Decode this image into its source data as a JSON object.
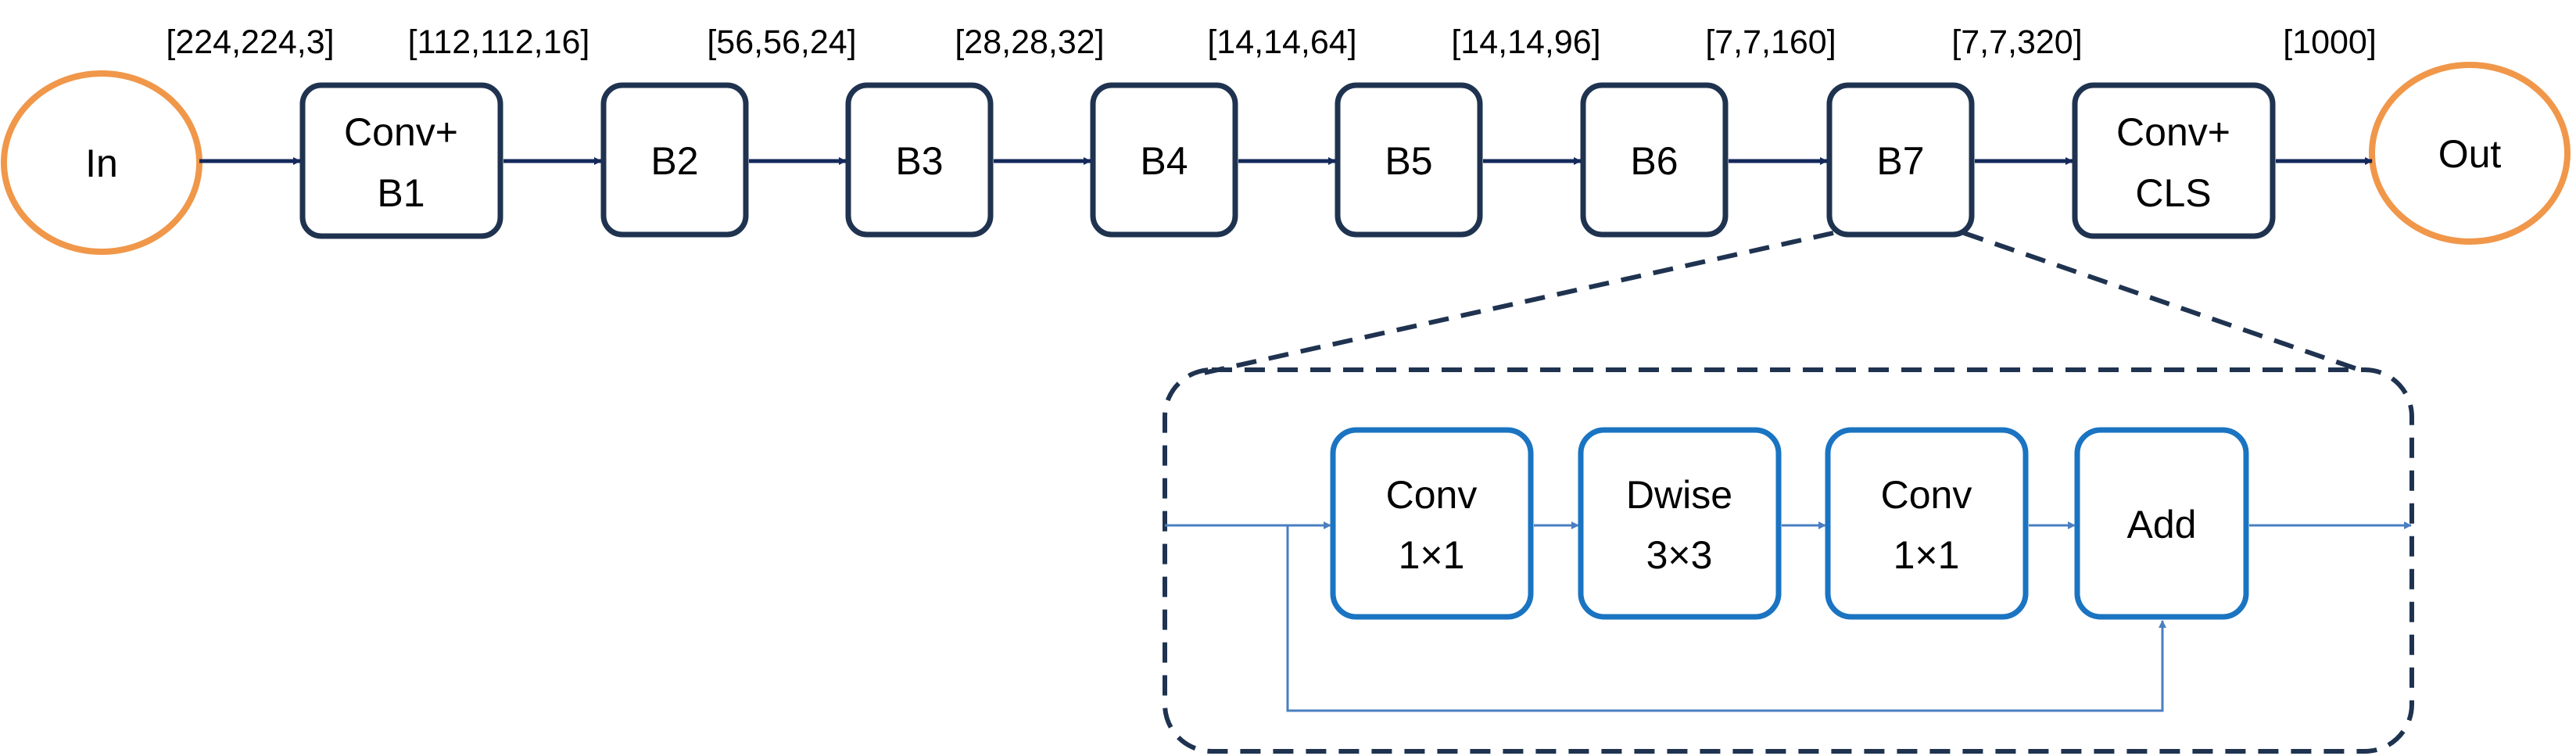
{
  "colors": {
    "terminal_stroke": "#f0974a",
    "block_stroke": "#1f3350",
    "main_arrow": "#14285a",
    "inner_block_stroke": "#1a74c2",
    "inner_arrow": "#4a7fc1",
    "dashed": "#1f3350"
  },
  "diagram": {
    "input_node": "In",
    "output_node": "Out",
    "dims": [
      "[224,224,3]",
      "[112,112,16]",
      "[56,56,24]",
      "[28,28,32]",
      "[14,14,64]",
      "[14,14,96]",
      "[7,7,160]",
      "[7,7,320]",
      "[1000]"
    ],
    "blocks": [
      {
        "line1": "Conv+",
        "line2": "B1"
      },
      {
        "line1": "B2"
      },
      {
        "line1": "B3"
      },
      {
        "line1": "B4"
      },
      {
        "line1": "B5"
      },
      {
        "line1": "B6"
      },
      {
        "line1": "B7"
      },
      {
        "line1": "Conv+",
        "line2": "CLS"
      }
    ],
    "inner_blocks": [
      {
        "line1": "Conv",
        "line2": "1×1"
      },
      {
        "line1": "Dwise",
        "line2": "3×3"
      },
      {
        "line1": "Conv",
        "line2": "1×1"
      },
      {
        "line1": "Add"
      }
    ]
  }
}
